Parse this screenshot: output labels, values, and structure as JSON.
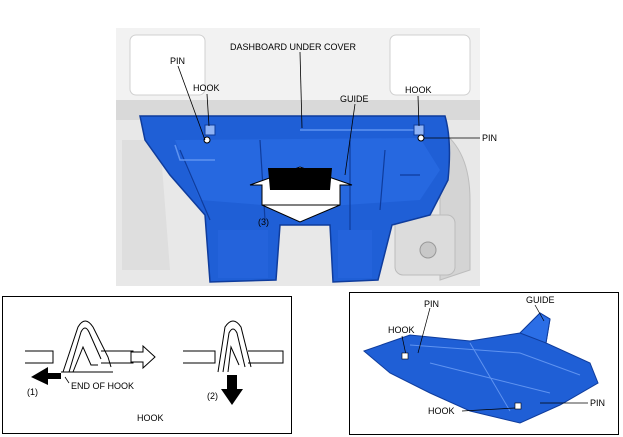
{
  "main_view": {
    "title": "DASHBOARD UNDER COVER",
    "pin_left": "PIN",
    "hook_left": "HOOK",
    "guide": "GUIDE",
    "hook_right": "HOOK",
    "pin_right": "PIN",
    "step": "(3)"
  },
  "hook_detail": {
    "step1": "(1)",
    "step2": "(2)",
    "end_of_hook": "END OF HOOK",
    "caption": "HOOK"
  },
  "part_view": {
    "pin_top": "PIN",
    "guide": "GUIDE",
    "hook_top": "HOOK",
    "hook_bottom": "HOOK",
    "pin_bottom": "PIN"
  },
  "colors": {
    "cover_blue": "#1f5fd6",
    "cover_dark": "#0f3c9c",
    "background_gray": "#e6e6e6"
  }
}
